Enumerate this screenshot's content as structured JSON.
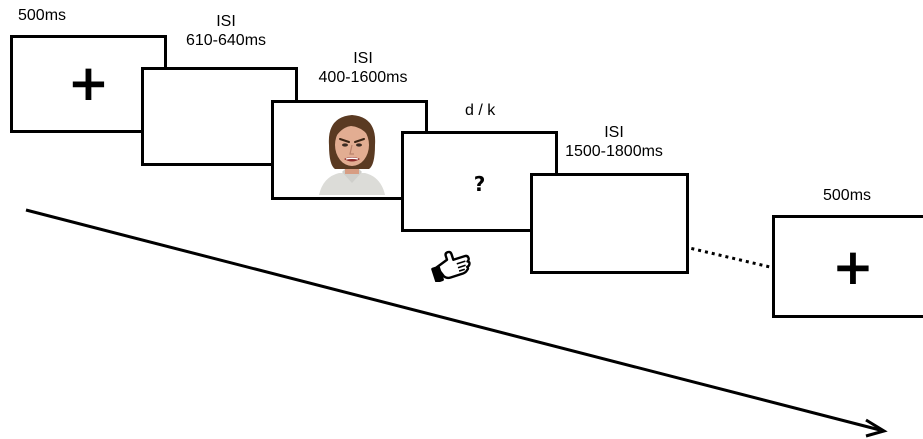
{
  "frames": {
    "fixation_start": {
      "duration": "500ms",
      "symbol": "+"
    },
    "isi_1": {
      "title": "ISI",
      "duration": "610-640ms"
    },
    "face": {
      "title": "ISI",
      "duration": "400-1600ms",
      "image": "angry-face-photo"
    },
    "response": {
      "keys": "d / k",
      "symbol": "?"
    },
    "isi_2": {
      "title": "ISI",
      "duration": "1500-1800ms"
    },
    "fixation_end": {
      "duration": "500ms",
      "symbol": "+"
    }
  },
  "icons": {
    "response_hand": "pointing-hand-icon",
    "time_arrow": "arrow-right-icon"
  }
}
